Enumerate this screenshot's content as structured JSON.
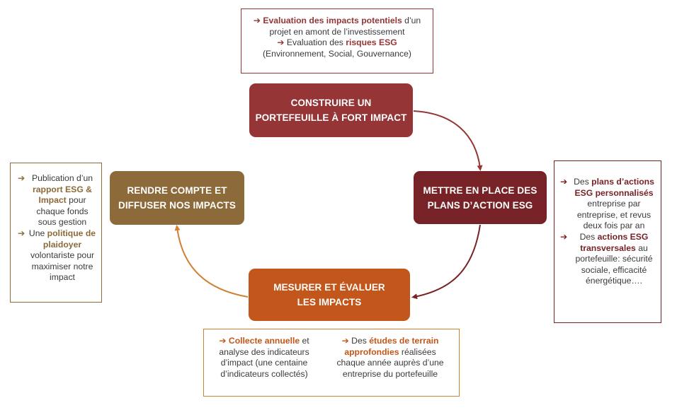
{
  "colors": {
    "construire": "#953535",
    "mettre": "#772226",
    "mesurer": "#c3561b",
    "rendre": "#8c6a3a",
    "arrow_top": "#953535",
    "arrow_right": "#772226",
    "arrow_bottom": "#d37f31"
  },
  "nodes": {
    "construire": {
      "line1": "CONSTRUIRE UN",
      "line2": "PORTEFEUILLE À FORT IMPACT"
    },
    "mettre": {
      "line1": "METTRE EN PLACE DES",
      "line2": "PLANS D’ACTION ESG"
    },
    "mesurer": {
      "line1": "MESURER ET ÉVALUER",
      "line2": "LES IMPACTS"
    },
    "rendre": {
      "line1": "RENDRE COMPTE ET",
      "line2": "DIFFUSER  NOS IMPACTS"
    }
  },
  "notes": {
    "top": {
      "arrow_icon": "➔",
      "i1_bold": "Evaluation des impacts potentiels",
      "i1_rest": " d’un",
      "i1_line2": "projet en amont de l’investissement",
      "i2_pre": "Evaluation des ",
      "i2_bold": "risques ESG",
      "i2_line2": "(Environnement, Social, Gouvernance)"
    },
    "right": {
      "arrow_icon": "➔",
      "i1_pre": "Des ",
      "i1_bold": "plans d’actions ESG personnalisés",
      "i1_rest": "entreprise par entreprise, et revus deux fois par an",
      "i2_pre": "Des ",
      "i2_bold": "actions ESG transversales",
      "i2_rest": " au portefeuille: sécurité sociale, efficacité énergétique…."
    },
    "bottom_left": {
      "arrow_icon": "➔",
      "bold": "Collecte annuelle",
      "rest1": " et",
      "rest2": "analyse des indicateurs d’impact (une centaine d’indicateurs collectés)"
    },
    "bottom_right": {
      "arrow_icon": "➔",
      "pre": "Des ",
      "bold": "études de terrain approfondies",
      "rest": " réalisées chaque année auprès d’une entreprise du portefeuille"
    },
    "left": {
      "arrow_icon": "➔",
      "i1_pre": "Publication d’un ",
      "i1_bold": "rapport ESG & Impact",
      "i1_rest": " pour chaque fonds sous gestion",
      "i2_pre": "Une ",
      "i2_bold": "politique de plaidoyer",
      "i2_rest": " volontariste pour maximiser notre impact"
    }
  }
}
